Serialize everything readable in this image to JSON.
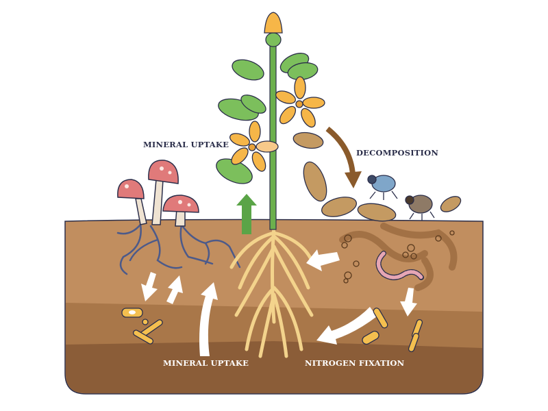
{
  "labels": {
    "mineral_uptake_top": "MINERAL UPTAKE",
    "decomposition": "DECOMPOSITION",
    "mineral_uptake_bottom": "MINERAL UPTAKE",
    "nitrogen_fixation": "NITROGEN FIXATION"
  },
  "colors": {
    "soil_top": "#c18e5f",
    "soil_mid": "#a97749",
    "soil_bottom": "#8b5d38",
    "label_dark": "#2b2e4a",
    "arrow_green": "#5aa447",
    "arrow_brown": "#8a5a2b",
    "leaf_green": "#7cbf5c",
    "flower_orange": "#f6b648"
  }
}
